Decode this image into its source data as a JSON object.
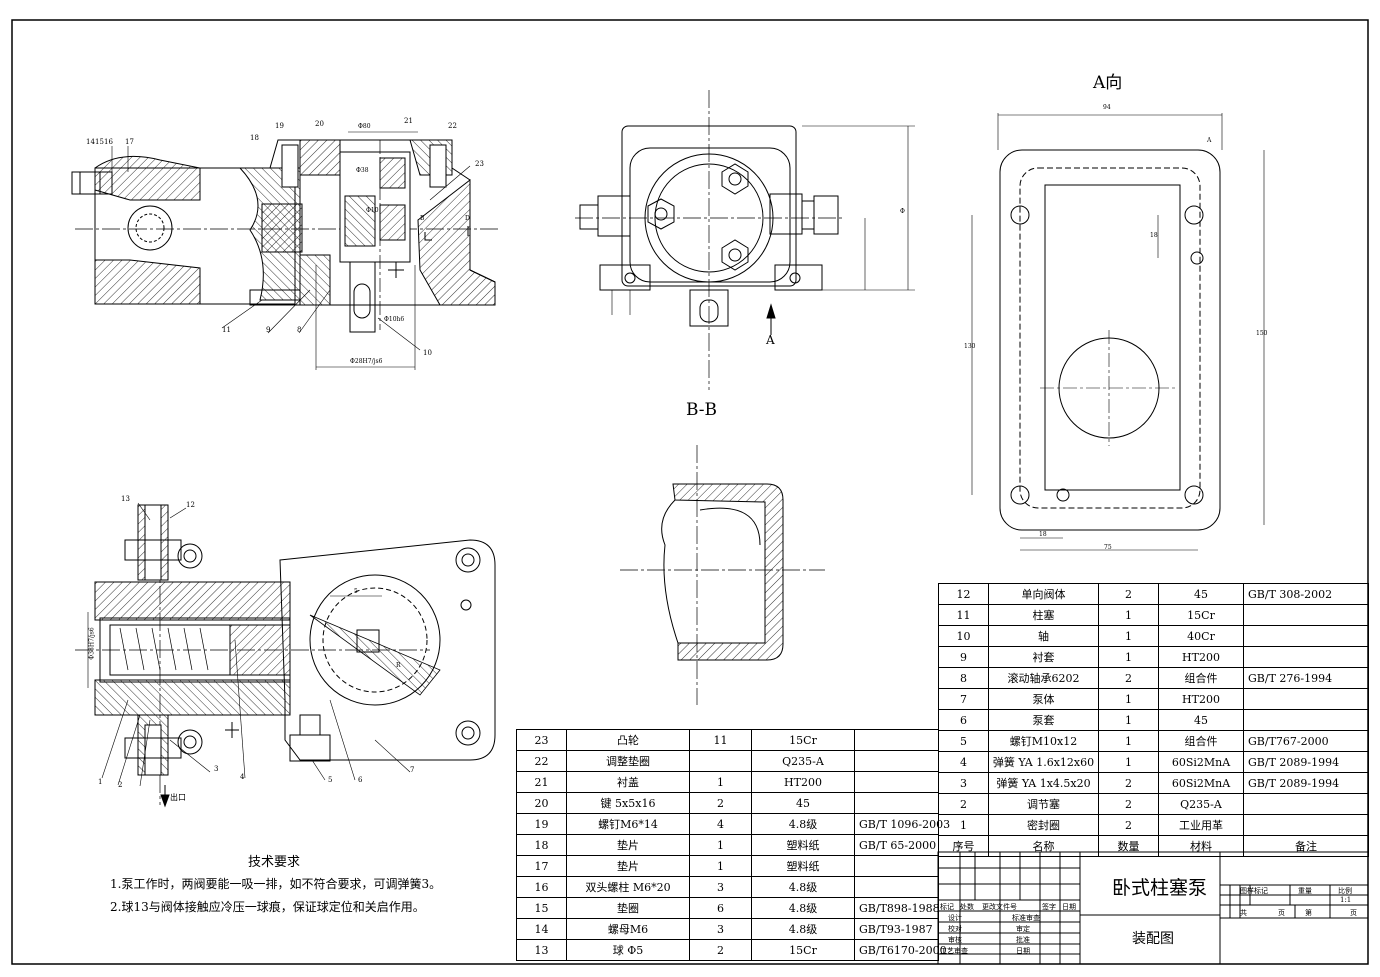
{
  "views": {
    "a_view_title": "A向",
    "bb_title": "B-B",
    "arrow_a_label": "A",
    "outlet_label": "出口"
  },
  "dims": {
    "top_left": [
      "Φ80",
      "Φ38",
      "Φ10",
      "Φ10h6",
      "Φ28H7/js6"
    ],
    "a_view": [
      "94",
      "A",
      "18",
      "130",
      "150",
      "18",
      "75"
    ],
    "side_view": [
      "Φ",
      "B",
      "D"
    ],
    "bottom_left": [
      "Φ38H7/js6",
      "5",
      "R"
    ]
  },
  "balloons": {
    "top_left": [
      "14",
      "15",
      "16",
      "17",
      "18",
      "19",
      "20",
      "21",
      "22",
      "23",
      "11",
      "9",
      "8",
      "10"
    ],
    "bottom_left": [
      "13",
      "12",
      "1",
      "2",
      "3",
      "4",
      "5",
      "6",
      "7"
    ]
  },
  "notes": {
    "title": "技术要求",
    "lines": [
      "1.泵工作时，两阀要能一吸一排，如不符合要求，可调弹簧3。",
      "2.球13与阀体接触应冷压一球痕，保证球定位和关启作用。"
    ]
  },
  "bom_left": [
    {
      "no": "23",
      "name": "凸轮",
      "qty": "11",
      "material": "15Cr",
      "note": ""
    },
    {
      "no": "22",
      "name": "调整垫圈",
      "qty": "",
      "material": "Q235-A",
      "note": ""
    },
    {
      "no": "21",
      "name": "衬盖",
      "qty": "1",
      "material": "HT200",
      "note": ""
    },
    {
      "no": "20",
      "name": "键 5x5x16",
      "qty": "2",
      "material": "45",
      "note": ""
    },
    {
      "no": "19",
      "name": "螺钉M6*14",
      "qty": "4",
      "material": "4.8级",
      "note": "GB/T 1096-2003"
    },
    {
      "no": "18",
      "name": "垫片",
      "qty": "1",
      "material": "塑料纸",
      "note": "GB/T  65-2000"
    },
    {
      "no": "17",
      "name": "垫片",
      "qty": "1",
      "material": "塑料纸",
      "note": ""
    },
    {
      "no": "16",
      "name": "双头螺柱   M6*20",
      "qty": "3",
      "material": "4.8级",
      "note": ""
    },
    {
      "no": "15",
      "name": "垫圈",
      "qty": "6",
      "material": "4.8级",
      "note": "GB/T898-1988"
    },
    {
      "no": "14",
      "name": "螺母M6",
      "qty": "3",
      "material": "4.8级",
      "note": "GB/T93-1987"
    },
    {
      "no": "13",
      "name": "球   Φ5",
      "qty": "2",
      "material": "15Cr",
      "note": "GB/T6170-2000"
    }
  ],
  "bom_right": [
    {
      "no": "12",
      "name": "单向阀体",
      "qty": "2",
      "material": "45",
      "note": "GB/T 308-2002"
    },
    {
      "no": "11",
      "name": "柱塞",
      "qty": "1",
      "material": "15Cr",
      "note": ""
    },
    {
      "no": "10",
      "name": "轴",
      "qty": "1",
      "material": "40Cr",
      "note": ""
    },
    {
      "no": "9",
      "name": "衬套",
      "qty": "1",
      "material": "HT200",
      "note": ""
    },
    {
      "no": "8",
      "name": "滚动轴承6202",
      "qty": "2",
      "material": "组合件",
      "note": "GB/T 276-1994"
    },
    {
      "no": "7",
      "name": "泵体",
      "qty": "1",
      "material": "HT200",
      "note": ""
    },
    {
      "no": "6",
      "name": "泵套",
      "qty": "1",
      "material": "45",
      "note": ""
    },
    {
      "no": "5",
      "name": "螺钉M10x12",
      "qty": "1",
      "material": "组合件",
      "note": "GB/T767-2000"
    },
    {
      "no": "4",
      "name": "弹簧 YA 1.6x12x60",
      "qty": "1",
      "material": "60Si2MnA",
      "note": "GB/T 2089-1994"
    },
    {
      "no": "3",
      "name": "弹簧 YA 1x4.5x20",
      "qty": "2",
      "material": "60Si2MnA",
      "note": "GB/T 2089-1994"
    },
    {
      "no": "2",
      "name": "调节塞",
      "qty": "2",
      "material": "Q235-A",
      "note": ""
    },
    {
      "no": "1",
      "name": "密封圈",
      "qty": "2",
      "material": "工业用革",
      "note": ""
    }
  ],
  "bom_header": {
    "no": "序号",
    "name": "名称",
    "qty": "数量",
    "material": "材料",
    "note": "备注"
  },
  "title_block": {
    "drawing_name": "卧式柱塞泵",
    "drawing_type": "装配图",
    "scale_label": "比例",
    "scale": "1:1",
    "stage_mark": "图样标记",
    "weight": "重量",
    "total": "共",
    "sheet": "页",
    "page_no": "第",
    "page": "页",
    "rev_labels": [
      "标记",
      "处数",
      "更改文件号",
      "签字",
      "日期"
    ],
    "role_labels": [
      "设计",
      "校对",
      "审核",
      "工艺审查"
    ],
    "approve_labels": [
      "标准审查",
      "审定",
      "批准",
      "日期"
    ]
  }
}
